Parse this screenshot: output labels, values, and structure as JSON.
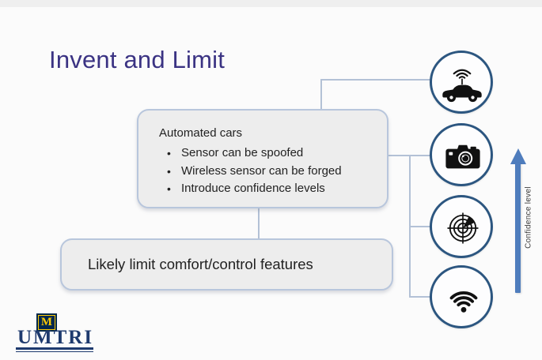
{
  "slide": {
    "title": "Invent and Limit",
    "top_box": {
      "heading": "Automated cars",
      "bullets": [
        "Sensor can be spoofed",
        "Wireless sensor can be forged",
        "Introduce confidence levels"
      ]
    },
    "bottom_box": {
      "label": "Likely limit comfort/control features"
    },
    "sensor_icons": [
      {
        "name": "connected-car"
      },
      {
        "name": "camera"
      },
      {
        "name": "radar"
      },
      {
        "name": "wifi"
      }
    ],
    "arrow": {
      "label": "Confidence level"
    },
    "logo": {
      "block_letter": "M",
      "wordmark": "UMTRI"
    },
    "colors": {
      "background": "#fbfbfb",
      "top_strip": "#efefef",
      "title_text": "#3b3383",
      "box_fill": "#ededed",
      "box_border": "#b8c6dc",
      "connector": "#b3c1d6",
      "circle_border": "#2c5680",
      "icon_black": "#111111",
      "arrow_fill": "#4f7dbd",
      "logo_navy": "#00274c",
      "logo_maize": "#ffcb05",
      "logo_text": "#1e3a6e"
    }
  }
}
